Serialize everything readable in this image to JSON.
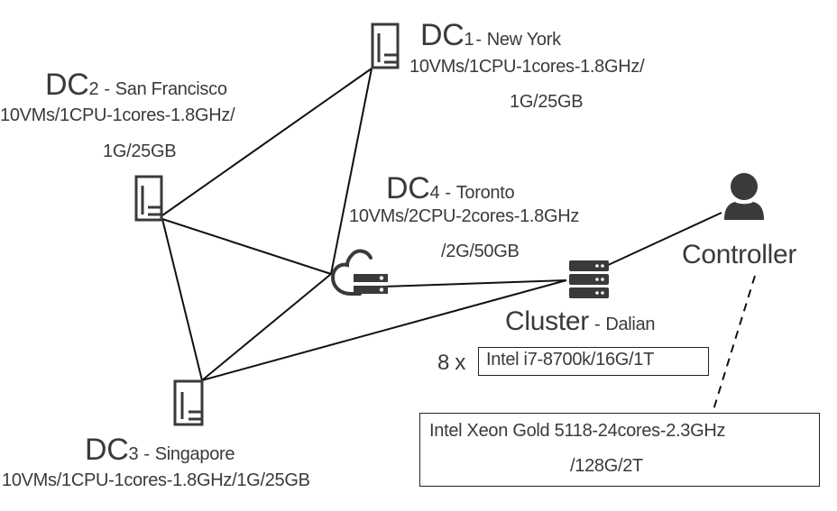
{
  "diagram": {
    "type": "network-topology",
    "nodes": {
      "dc1": {
        "prefix": "DC",
        "index": "1",
        "sep": "-",
        "city": "New York",
        "spec_line1": "10VMs/1CPU-1cores-1.8GHz/",
        "spec_line2": "1G/25GB",
        "icon": "server-document-icon"
      },
      "dc2": {
        "prefix": "DC",
        "index": "2",
        "sep": "-",
        "city": "San Francisco",
        "spec_line1": "10VMs/1CPU-1cores-1.8GHz/",
        "spec_line2": "1G/25GB",
        "icon": "server-document-icon"
      },
      "dc3": {
        "prefix": "DC",
        "index": "3",
        "sep": "-",
        "city": "Singapore",
        "spec_line1": "10VMs/1CPU-1cores-1.8GHz/1G/25GB",
        "icon": "server-document-icon"
      },
      "dc4": {
        "prefix": "DC",
        "index": "4",
        "sep": "-",
        "city": "Toronto",
        "spec_line1": "10VMs/2CPU-2cores-1.8GHz",
        "spec_line2": "/2G/50GB",
        "icon": "cloud-server-icon"
      },
      "cluster": {
        "name": "Cluster",
        "sep": "-",
        "city": "Dalian",
        "count": "8 x",
        "spec": "Intel i7-8700k/16G/1T",
        "icon": "server-rack-icon"
      },
      "controller": {
        "label": "Controller",
        "spec_line1": "Intel Xeon Gold 5118-24cores-2.3GHz",
        "spec_line2": "/128G/2T",
        "icon": "user-icon"
      }
    },
    "edges": [
      {
        "from": "dc2",
        "to": "dc1",
        "style": "solid"
      },
      {
        "from": "dc2",
        "to": "dc4",
        "style": "solid"
      },
      {
        "from": "dc2",
        "to": "dc3",
        "style": "solid"
      },
      {
        "from": "dc1",
        "to": "dc4",
        "style": "solid"
      },
      {
        "from": "dc3",
        "to": "dc4",
        "style": "solid"
      },
      {
        "from": "dc3",
        "to": "cluster",
        "style": "solid"
      },
      {
        "from": "dc4",
        "to": "cluster",
        "style": "solid"
      },
      {
        "from": "cluster",
        "to": "controller",
        "style": "solid"
      },
      {
        "from": "controller",
        "to": "controller-spec",
        "style": "dashed"
      }
    ]
  }
}
